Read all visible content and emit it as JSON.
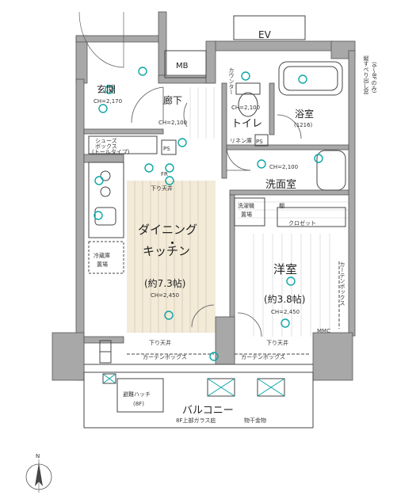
{
  "labels": {
    "ev": "EV",
    "mb": "MB",
    "genkan": "玄関",
    "genkan_ch": "CH=2,170",
    "rouka": "廊下",
    "rouka_ch": "CH=2,100",
    "toilet": "トイレ",
    "toilet_ch": "CH=2,100",
    "yokushitsu": "浴室",
    "yokushitsu_size": "(1216)",
    "rinen": "リネン庫",
    "ps": "PS",
    "senmen": "洗面室",
    "senmen_ch": "CH=2,100",
    "shoes1": "シューズ",
    "shoes2": "ボックス",
    "shoes3": "(トールタイプ)",
    "dining1": "ダイニング",
    "dining2": "・",
    "dining3": "キッチン",
    "dining_size": "(約7.3帖)",
    "dining_ch": "CH=2,450",
    "reizouko1": "冷蔵庫",
    "reizouko2": "置場",
    "sentaku1": "洗濯機",
    "sentaku2": "置場",
    "closet": "クロゼット",
    "tana": "棚",
    "youshitsu": "洋室",
    "youshitsu_size": "(約3.8帖)",
    "youshitsu_ch": "CH=2,450",
    "sagari": "下り天井",
    "curtain": "カーテンボックス",
    "hinan1": "避難ハッチ",
    "hinan2": "(8F)",
    "balcony": "バルコニー",
    "glass": "8F上部ガラス庇",
    "monohoshi": "物干金物",
    "stairs_top": "縦すべり出し窓",
    "stairs_note": "(6〜8Fのみ)",
    "north": "N",
    "counter": "カウンター",
    "mmc": "MMC",
    "fr": "FR"
  },
  "colors": {
    "wall": "#a8a8a8",
    "dining_floor": "#f3ead8",
    "accent": "#0aa6a6"
  }
}
